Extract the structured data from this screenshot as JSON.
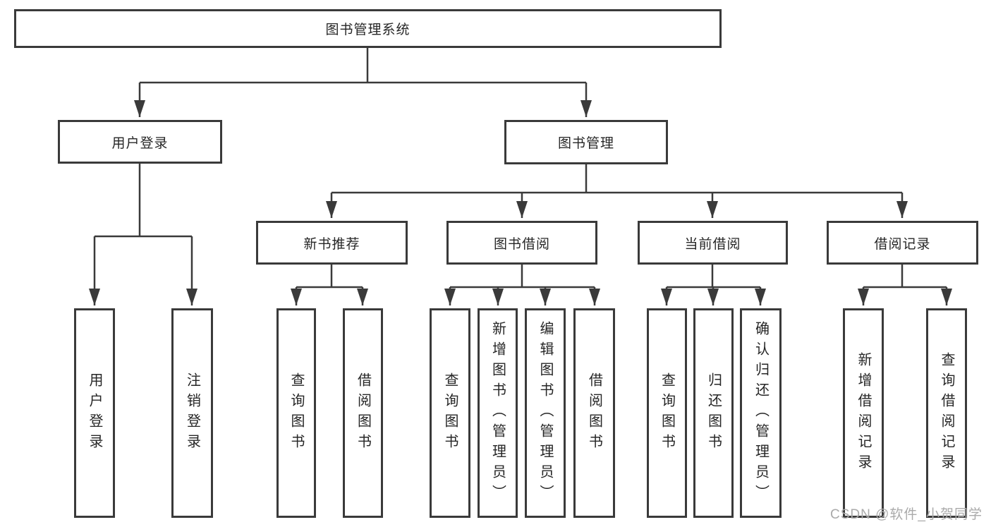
{
  "diagram": {
    "root": {
      "label": "图书管理系统",
      "children": [
        {
          "label": "用户登录",
          "children": [
            {
              "label": "用户登录"
            },
            {
              "label": "注销登录"
            }
          ]
        },
        {
          "label": "图书管理",
          "children": [
            {
              "label": "新书推荐",
              "children": [
                {
                  "label": "查询图书"
                },
                {
                  "label": "借阅图书"
                }
              ]
            },
            {
              "label": "图书借阅",
              "children": [
                {
                  "label": "查询图书"
                },
                {
                  "label": "新增图书（管理员）"
                },
                {
                  "label": "编辑图书（管理员）"
                },
                {
                  "label": "借阅图书"
                }
              ]
            },
            {
              "label": "当前借阅",
              "children": [
                {
                  "label": "查询图书"
                },
                {
                  "label": "归还图书"
                },
                {
                  "label": "确认归还（管理员）"
                }
              ]
            },
            {
              "label": "借阅记录",
              "children": [
                {
                  "label": "新增借阅记录"
                },
                {
                  "label": "查询借阅记录"
                }
              ]
            }
          ]
        }
      ]
    }
  },
  "watermark": {
    "text": "CSDN @软件_小贺同学"
  },
  "colors": {
    "line": "#3a3a3a",
    "text": "#262626",
    "watermark": "#aaaaaa",
    "background": "#ffffff"
  }
}
